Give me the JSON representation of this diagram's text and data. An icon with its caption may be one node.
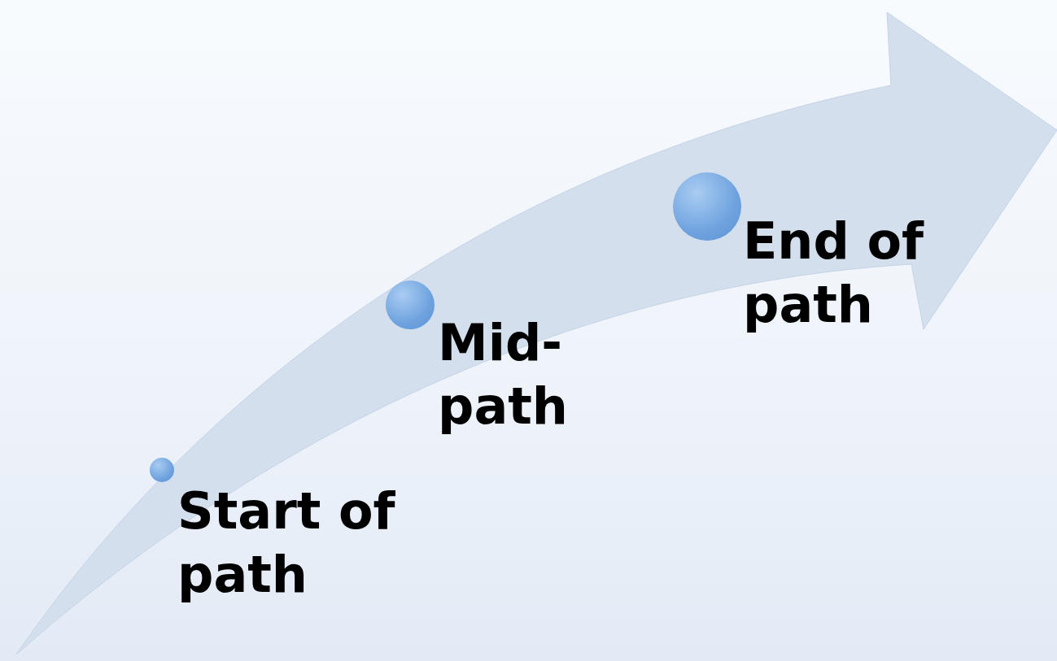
{
  "diagram": {
    "nodes": [
      {
        "text": [],
        "shape": "circle",
        "beside": [
          "Start of path"
        ]
      },
      {
        "text": [],
        "shape": "circle",
        "beside": [
          "Mid- path"
        ]
      },
      {
        "text": [],
        "shape": "circle",
        "beside": [
          "End of path"
        ]
      }
    ]
  }
}
